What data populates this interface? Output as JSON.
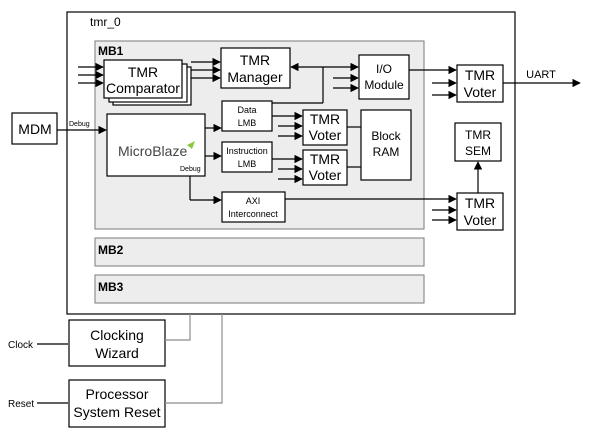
{
  "diagram": {
    "outer": {
      "label": "tmr_0"
    },
    "mb1": {
      "label": "MB1"
    },
    "mb2": {
      "label": "MB2"
    },
    "mb3": {
      "label": "MB3"
    },
    "tmr_comparator": {
      "line1": "TMR",
      "line2": "Comparator"
    },
    "tmr_manager": {
      "line1": "TMR",
      "line2": "Manager"
    },
    "io_module": {
      "line1": "I/O",
      "line2": "Module"
    },
    "microblaze": {
      "label": "MicroBlaze",
      "debug_tag": "Debug"
    },
    "data_lmb": {
      "line1": "Data",
      "line2": "LMB"
    },
    "instruction_lmb": {
      "line1": "Instruction",
      "line2": "LMB"
    },
    "voter_data": {
      "line1": "TMR",
      "line2": "Voter"
    },
    "voter_instr": {
      "line1": "TMR",
      "line2": "Voter"
    },
    "block_ram": {
      "line1": "Block",
      "line2": "RAM"
    },
    "axi": {
      "line1": "AXI",
      "line2": "Interconnect"
    },
    "voter_uart": {
      "line1": "TMR",
      "line2": "Voter"
    },
    "tmr_sem": {
      "line1": "TMR",
      "line2": "SEM"
    },
    "voter_axi": {
      "line1": "TMR",
      "line2": "Voter"
    },
    "mdm": {
      "label": "MDM",
      "debug_tag": "Debug"
    },
    "uart": {
      "label": "UART"
    },
    "clocking_wizard": {
      "line1": "Clocking",
      "line2": "Wizard"
    },
    "reset_block": {
      "line1": "Processor",
      "line2": "System Reset"
    },
    "clock_input": {
      "label": "Clock"
    },
    "reset_input": {
      "label": "Reset"
    }
  }
}
